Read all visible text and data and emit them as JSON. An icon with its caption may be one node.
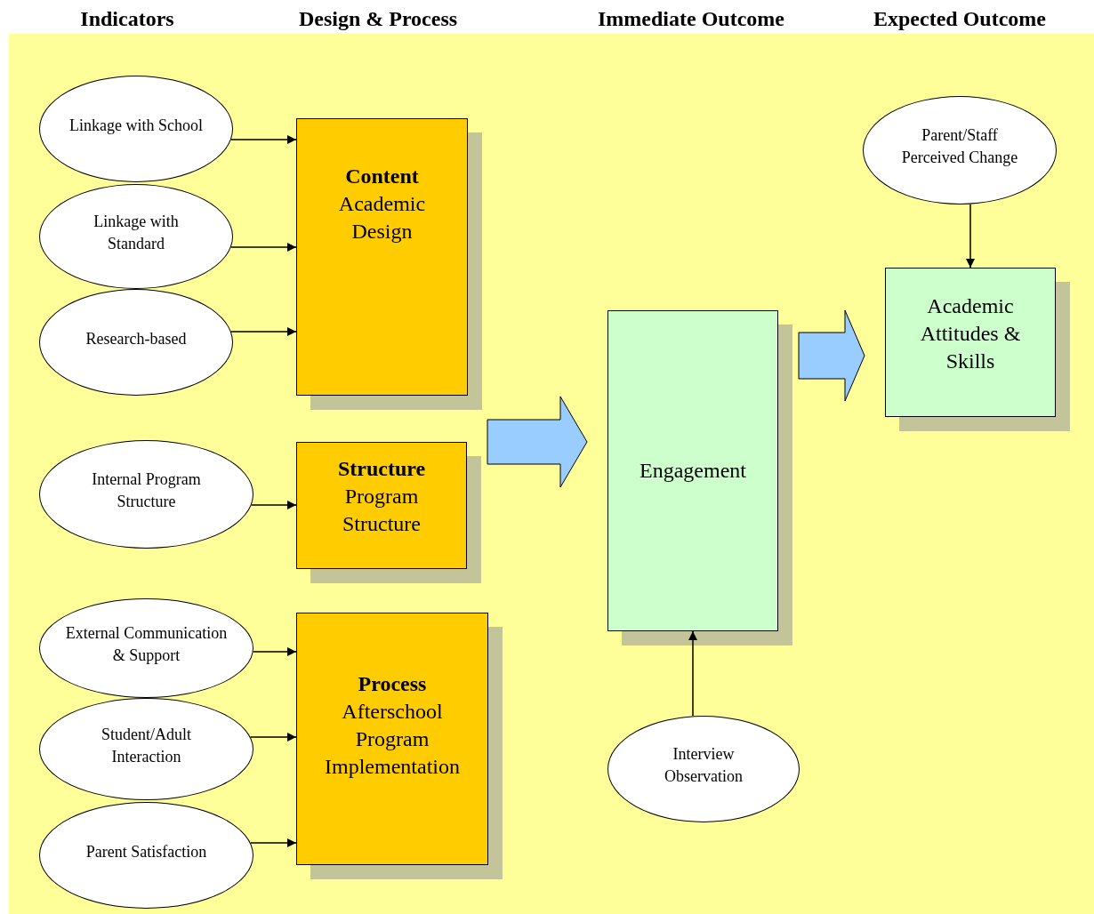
{
  "diagram": {
    "nodes": [
      {
        "text": [
          "Linkage with School"
        ]
      },
      {
        "text": [
          "Linkage with Standard"
        ]
      },
      {
        "text": [
          "Research-based"
        ]
      },
      {
        "text": [
          "Content",
          "Academic Design"
        ]
      },
      {
        "text": [
          "Internal Program Structure"
        ]
      },
      {
        "text": [
          "Structure",
          "Program Structure"
        ]
      },
      {
        "text": [
          "External Communication & Support"
        ]
      },
      {
        "text": [
          "Student/Adult Interaction"
        ]
      },
      {
        "text": [
          "Parent Satisfaction"
        ]
      },
      {
        "text": [
          "Process",
          "Afterschool Program Implementation"
        ]
      },
      {
        "text": [
          "Engagement"
        ]
      },
      {
        "text": [
          "Interview Observation"
        ]
      },
      {
        "text": [
          "Parent/Staff Perceived Change"
        ]
      },
      {
        "text": [
          "Academic Attitudes & Skills"
        ]
      }
    ],
    "edges": [
      {
        "from": 0,
        "to": 3,
        "arrow": "to"
      },
      {
        "from": 1,
        "to": 3,
        "arrow": "to"
      },
      {
        "from": 2,
        "to": 3,
        "arrow": "to"
      },
      {
        "from": 4,
        "to": 5,
        "arrow": "to"
      },
      {
        "from": 6,
        "to": 9,
        "arrow": "to"
      },
      {
        "from": 7,
        "to": 9,
        "arrow": "to"
      },
      {
        "from": 8,
        "to": 9,
        "arrow": "to"
      },
      {
        "from": 11,
        "to": 10,
        "arrow": "to"
      },
      {
        "from": 12,
        "to": 13,
        "arrow": "to"
      },
      {
        "from": null,
        "to": 10,
        "arrow": "to",
        "style": "thick",
        "color": "#99ccff"
      },
      {
        "from": 10,
        "to": 13,
        "arrow": "to",
        "style": "thick",
        "color": "#99ccff"
      }
    ],
    "labels": [
      "Indicators",
      "Design & Process",
      "Immediate Outcome",
      "Expected Outcome"
    ]
  }
}
